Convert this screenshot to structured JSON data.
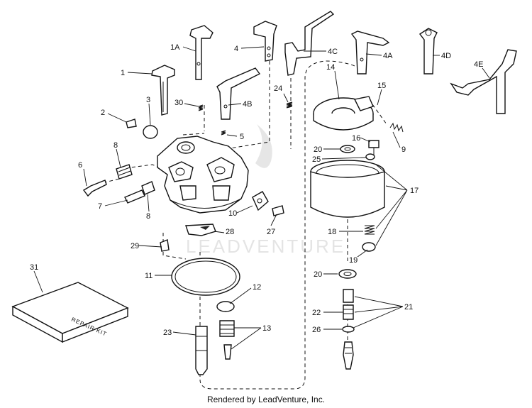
{
  "diagram": {
    "callouts": {
      "c1": "1",
      "c1a": "1A",
      "c2": "2",
      "c3": "3",
      "c4": "4",
      "c4a": "4A",
      "c4b": "4B",
      "c4c": "4C",
      "c4d": "4D",
      "c4e": "4E",
      "c5": "5",
      "c6": "6",
      "c7": "7",
      "c8a": "8",
      "c8b": "8",
      "c9": "9",
      "c10": "10",
      "c11": "11",
      "c12": "12",
      "c13": "13",
      "c14": "14",
      "c15": "15",
      "c16": "16",
      "c17": "17",
      "c18": "18",
      "c19": "19",
      "c20a": "20",
      "c20b": "20",
      "c21": "21",
      "c22": "22",
      "c23": "23",
      "c24": "24",
      "c25": "25",
      "c26": "26",
      "c27": "27",
      "c28": "28",
      "c29": "29",
      "c30": "30",
      "c31": "31"
    },
    "kit_label": "REPAIR KIT",
    "watermark": "LEADVENTURE"
  },
  "footer": "Rendered by LeadVenture, Inc."
}
